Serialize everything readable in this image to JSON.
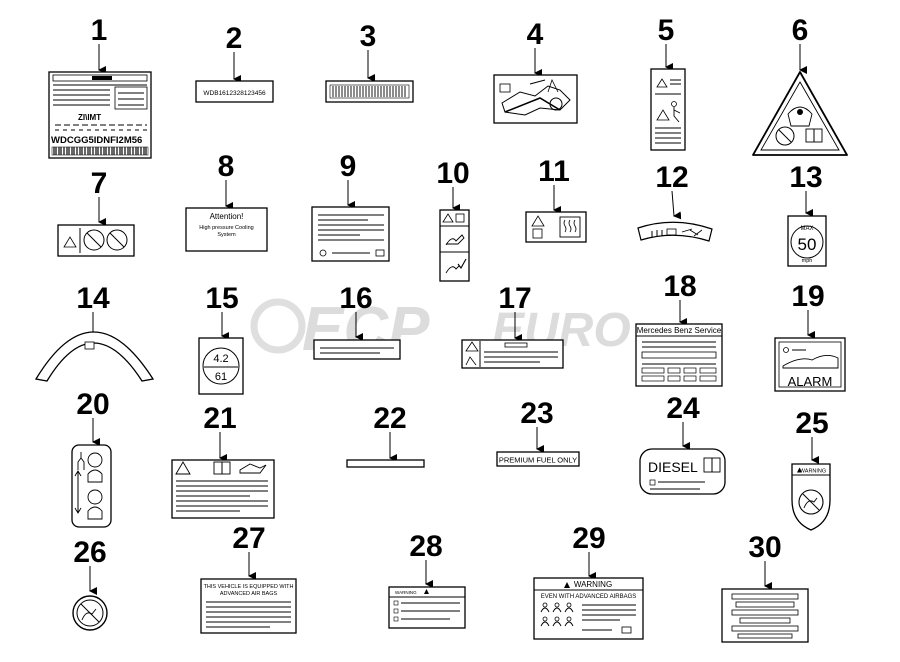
{
  "callouts": [
    "1",
    "2",
    "3",
    "4",
    "5",
    "6",
    "7",
    "8",
    "9",
    "10",
    "11",
    "12",
    "13",
    "14",
    "15",
    "16",
    "17",
    "18",
    "19",
    "20",
    "21",
    "22",
    "23",
    "24",
    "25",
    "26",
    "27",
    "28",
    "29",
    "30"
  ],
  "labels": {
    "l1_vin": "WDCGG5IDNFI2M56",
    "l1_mid": "ZI\\IMT",
    "l2_code": "WDB1612328123456",
    "l8_title": "Attention!",
    "l8_line1": "High pressure Cooling",
    "l8_line2": "System",
    "l13_max": "MAX",
    "l13_speed": "50",
    "l13_unit": "mph",
    "l15_top": "4.2",
    "l15_bottom": "61",
    "l18_title": "Mercedes Benz Service",
    "l19_text": "ALARM",
    "l23_text": "PREMIUM FUEL ONLY",
    "l24_text": "DIESEL",
    "l25_text": "WARNING",
    "l27_line1": "THIS VEHICLE IS EQUIPPED WITH",
    "l27_line2": "ADVANCED AIR BAGS",
    "l28_text": "WARNING",
    "l29_title": "WARNING",
    "l29_sub": "EVEN WITH ADVANCED AIRBAGS"
  },
  "watermark": {
    "brand": "ECP",
    "suffix": "EURO"
  },
  "icons": [
    "warning-triangle-icon",
    "manual-book-icon",
    "airbag-child-seat-icon",
    "prohibition-icon",
    "heat-icon",
    "oil-can-icon"
  ]
}
